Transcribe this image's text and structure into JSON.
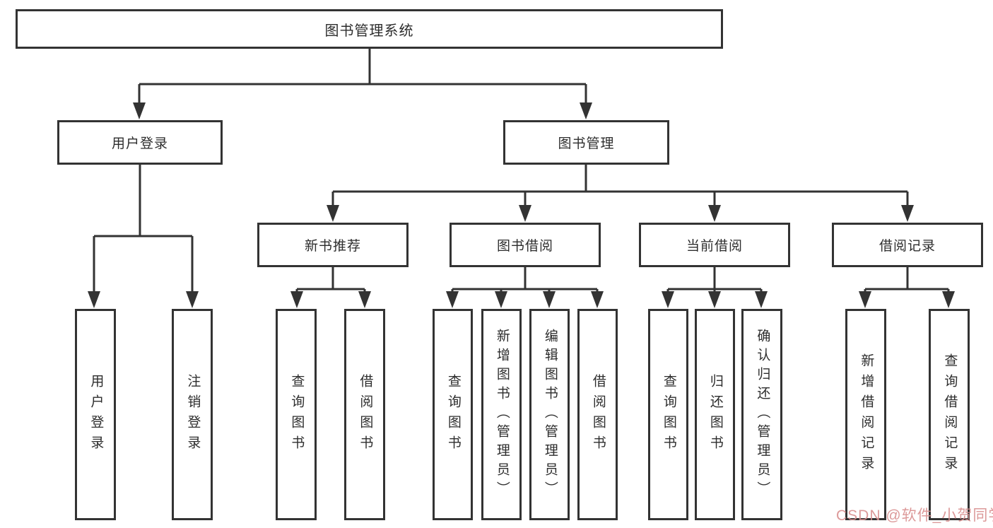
{
  "tree": {
    "root": {
      "label": "图书管理系统"
    },
    "branches": [
      {
        "label": "用户登录",
        "children": [
          {
            "label": "用户登录"
          },
          {
            "label": "注销登录"
          }
        ]
      },
      {
        "label": "图书管理",
        "sections": [
          {
            "label": "新书推荐",
            "children": [
              {
                "label": "查询图书"
              },
              {
                "label": "借阅图书"
              }
            ]
          },
          {
            "label": "图书借阅",
            "children": [
              {
                "label": "查询图书"
              },
              {
                "label": "新增图书（管理员）"
              },
              {
                "label": "编辑图书（管理员）"
              },
              {
                "label": "借阅图书"
              }
            ]
          },
          {
            "label": "当前借阅",
            "children": [
              {
                "label": "查询图书"
              },
              {
                "label": "归还图书"
              },
              {
                "label": "确认归还（管理员）"
              }
            ]
          },
          {
            "label": "借阅记录",
            "children": [
              {
                "label": "新增借阅记录"
              },
              {
                "label": "查询借阅记录"
              }
            ]
          }
        ]
      }
    ]
  },
  "watermark": {
    "text": "CSDN @软件_小贺同学"
  },
  "colors": {
    "line": "#333333",
    "box_border": "#333333",
    "text": "#2d2d2d",
    "watermark": "#d98f8f",
    "background": "#ffffff"
  }
}
